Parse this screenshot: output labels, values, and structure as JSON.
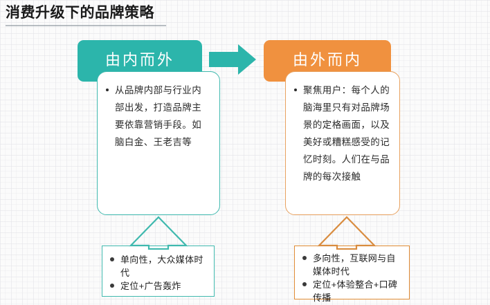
{
  "page": {
    "title": "消费升级下的品牌策略"
  },
  "transition_arrow": {
    "icon": "arrow-right-icon",
    "color": "#2cb5ab"
  },
  "columns": [
    {
      "id": "inside-out",
      "accent": "#2cb5ab",
      "header": "由内而外",
      "body_points": [
        "从品牌内部与行业内部出发，打造品牌主要依靠营销手段。如脑白金、王老吉等"
      ],
      "connector_icon": "arrow-up-outline-icon",
      "footer_points": [
        "单向性，大众媒体时代",
        "定位+广告轰炸"
      ]
    },
    {
      "id": "outside-in",
      "accent": "#f0913f",
      "header": "由外而内",
      "body_points": [
        "聚焦用户：每个人的脑海里只有对品牌场景的定格画面，以及美好或糟糕感受的记忆时刻。人们在与品牌的每次接触"
      ],
      "connector_icon": "arrow-up-outline-icon",
      "footer_points": [
        "多向性，互联网与自媒体时代",
        "定位+体验整合+口碑传播"
      ]
    }
  ]
}
